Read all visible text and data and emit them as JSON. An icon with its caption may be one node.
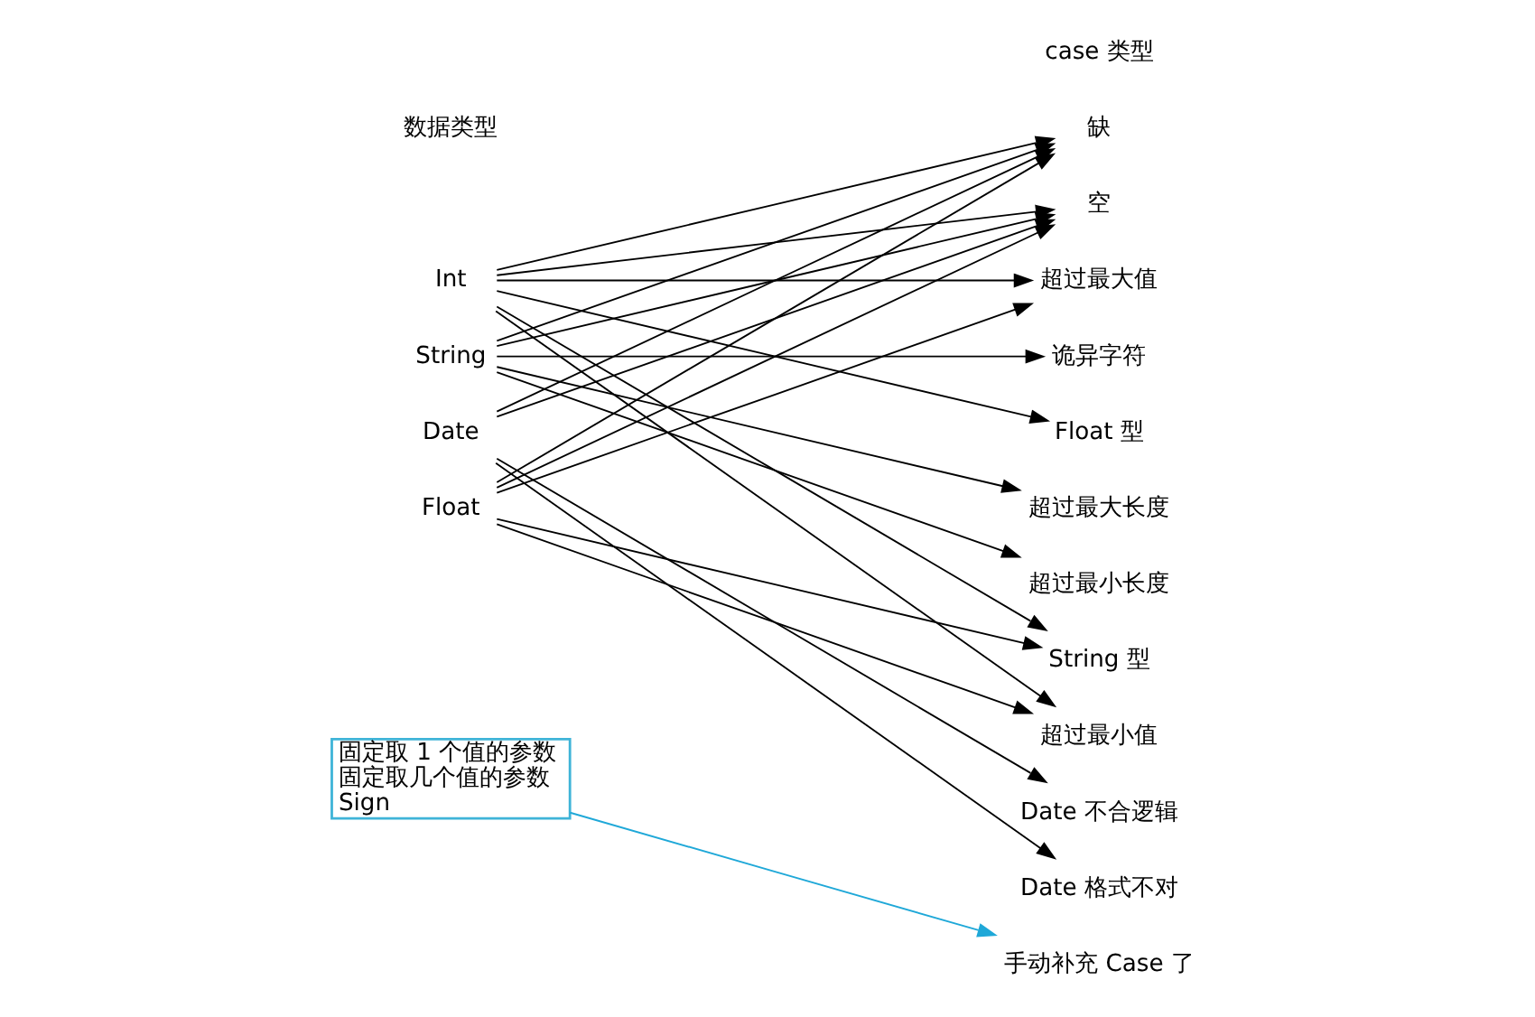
{
  "diagram": {
    "nodes": [
      {
        "text": [
          "Int"
        ]
      },
      {
        "text": [
          "String"
        ]
      },
      {
        "text": [
          "Date"
        ]
      },
      {
        "text": [
          "Float"
        ]
      },
      {
        "text": [
          "固定取 1 个值的参数",
          "固定取几个值的参数",
          "Sign"
        ]
      },
      {
        "text": [
          "缺"
        ]
      },
      {
        "text": [
          "空"
        ]
      },
      {
        "text": [
          "超过最大值"
        ]
      },
      {
        "text": [
          "诡异字符"
        ]
      },
      {
        "text": [
          "Float 型"
        ]
      },
      {
        "text": [
          "超过最大长度"
        ]
      },
      {
        "text": [
          "超过最小长度"
        ]
      },
      {
        "text": [
          "String 型"
        ]
      },
      {
        "text": [
          "超过最小值"
        ]
      },
      {
        "text": [
          "Date 不合逻辑"
        ]
      },
      {
        "text": [
          "Date 格式不对"
        ]
      },
      {
        "text": [
          "手动补充 Case 了"
        ]
      }
    ],
    "edges": [
      {
        "from": 0,
        "to": 5,
        "arrow": "to"
      },
      {
        "from": 1,
        "to": 5,
        "arrow": "to"
      },
      {
        "from": 2,
        "to": 5,
        "arrow": "to"
      },
      {
        "from": 3,
        "to": 5,
        "arrow": "to"
      },
      {
        "from": 0,
        "to": 6,
        "arrow": "to"
      },
      {
        "from": 1,
        "to": 6,
        "arrow": "to"
      },
      {
        "from": 2,
        "to": 6,
        "arrow": "to"
      },
      {
        "from": 3,
        "to": 6,
        "arrow": "to"
      },
      {
        "from": 0,
        "to": 7,
        "arrow": "to"
      },
      {
        "from": 3,
        "to": 7,
        "arrow": "to"
      },
      {
        "from": 1,
        "to": 8,
        "arrow": "to"
      },
      {
        "from": 0,
        "to": 9,
        "arrow": "to"
      },
      {
        "from": 1,
        "to": 10,
        "arrow": "to"
      },
      {
        "from": 1,
        "to": 11,
        "arrow": "to"
      },
      {
        "from": 0,
        "to": 12,
        "arrow": "to"
      },
      {
        "from": 3,
        "to": 12,
        "arrow": "to"
      },
      {
        "from": 0,
        "to": 13,
        "arrow": "to"
      },
      {
        "from": 3,
        "to": 13,
        "arrow": "to"
      },
      {
        "from": 2,
        "to": 14,
        "arrow": "to"
      },
      {
        "from": 2,
        "to": 15,
        "arrow": "to"
      },
      {
        "from": 4,
        "to": 16,
        "arrow": "to",
        "color": "#1fa8d8"
      }
    ],
    "labels": [
      "数据类型",
      "case 类型"
    ]
  }
}
